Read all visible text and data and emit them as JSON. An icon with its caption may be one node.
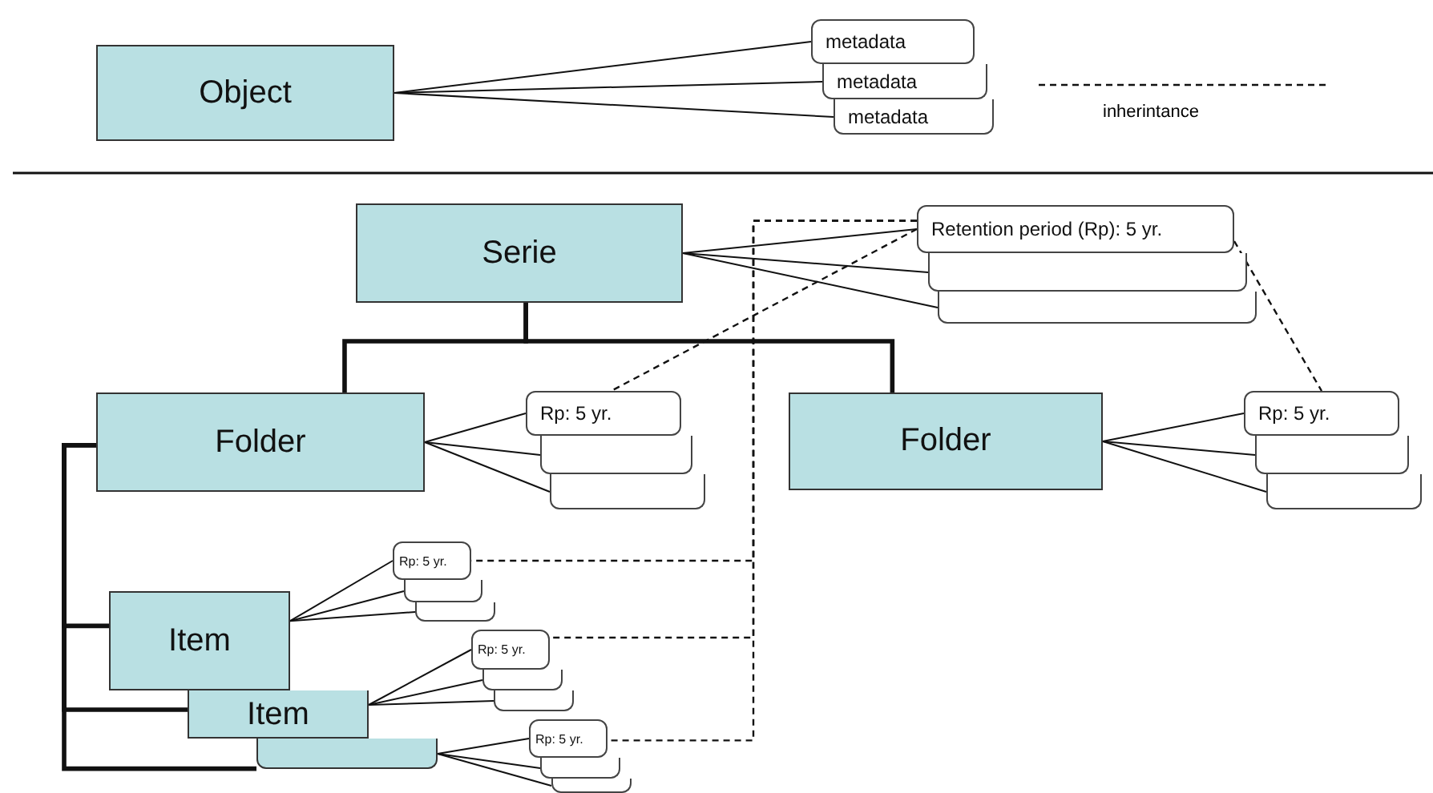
{
  "diagram": {
    "nodes": [
      {
        "text": [
          "Object"
        ]
      },
      {
        "text": [
          "metadata"
        ]
      },
      {
        "text": [
          "metadata"
        ]
      },
      {
        "text": [
          "metadata"
        ]
      },
      {
        "text": [
          "Serie"
        ]
      },
      {
        "text": [
          "Retention period (Rp): 5 yr."
        ]
      },
      {
        "text": [],
        "shape": "box"
      },
      {
        "text": [],
        "shape": "box"
      },
      {
        "text": [
          "Folder"
        ]
      },
      {
        "text": [
          "Rp: 5 yr."
        ]
      },
      {
        "text": [],
        "shape": "box"
      },
      {
        "text": [],
        "shape": "box"
      },
      {
        "text": [
          "Folder"
        ]
      },
      {
        "text": [
          "Rp: 5 yr."
        ]
      },
      {
        "text": [],
        "shape": "box"
      },
      {
        "text": [],
        "shape": "box"
      },
      {
        "text": [
          "Item"
        ]
      },
      {
        "text": [
          "Item"
        ]
      },
      {
        "text": [],
        "shape": "box"
      },
      {
        "text": [
          "Rp: 5 yr."
        ]
      },
      {
        "text": [],
        "shape": "box"
      },
      {
        "text": [],
        "shape": "box"
      },
      {
        "text": [
          "Rp: 5 yr."
        ]
      },
      {
        "text": [],
        "shape": "box"
      },
      {
        "text": [],
        "shape": "box"
      },
      {
        "text": [
          "Rp: 5 yr."
        ]
      },
      {
        "text": [],
        "shape": "box"
      },
      {
        "text": [],
        "shape": "box"
      }
    ],
    "edges": [
      {
        "from": 0,
        "to": 1,
        "arrow": "none"
      },
      {
        "from": 0,
        "to": 2,
        "arrow": "none"
      },
      {
        "from": 0,
        "to": 3,
        "arrow": "none"
      },
      {
        "from": 4,
        "to": 5,
        "arrow": "none"
      },
      {
        "from": 4,
        "to": 6,
        "arrow": "none"
      },
      {
        "from": 4,
        "to": 7,
        "arrow": "none"
      },
      {
        "from": 4,
        "to": 8,
        "arrow": "none",
        "style": "thick"
      },
      {
        "from": 4,
        "to": 12,
        "arrow": "none",
        "style": "thick"
      },
      {
        "from": 8,
        "to": 9,
        "arrow": "none"
      },
      {
        "from": 8,
        "to": 10,
        "arrow": "none"
      },
      {
        "from": 8,
        "to": 11,
        "arrow": "none"
      },
      {
        "from": 12,
        "to": 13,
        "arrow": "none"
      },
      {
        "from": 12,
        "to": 14,
        "arrow": "none"
      },
      {
        "from": 12,
        "to": 15,
        "arrow": "none"
      },
      {
        "from": 8,
        "to": 16,
        "arrow": "none",
        "style": "thick"
      },
      {
        "from": 8,
        "to": 17,
        "arrow": "none",
        "style": "thick"
      },
      {
        "from": 8,
        "to": 18,
        "arrow": "none",
        "style": "thick"
      },
      {
        "from": 16,
        "to": 19,
        "arrow": "none"
      },
      {
        "from": 16,
        "to": 20,
        "arrow": "none"
      },
      {
        "from": 16,
        "to": 21,
        "arrow": "none"
      },
      {
        "from": 17,
        "to": 22,
        "arrow": "none"
      },
      {
        "from": 17,
        "to": 23,
        "arrow": "none"
      },
      {
        "from": 17,
        "to": 24,
        "arrow": "none"
      },
      {
        "from": 18,
        "to": 25,
        "arrow": "none"
      },
      {
        "from": 18,
        "to": 26,
        "arrow": "none"
      },
      {
        "from": 18,
        "to": 27,
        "arrow": "none"
      },
      {
        "from": 5,
        "to": 9,
        "arrow": "none",
        "style": "dashed"
      },
      {
        "from": 5,
        "to": 13,
        "arrow": "none",
        "style": "dashed"
      },
      {
        "from": 5,
        "to": 19,
        "arrow": "none",
        "style": "dashed"
      },
      {
        "from": 5,
        "to": 22,
        "arrow": "none",
        "style": "dashed"
      },
      {
        "from": 5,
        "to": 25,
        "arrow": "none",
        "style": "dashed"
      }
    ],
    "legend": [
      {
        "text": "inherintance"
      }
    ]
  }
}
